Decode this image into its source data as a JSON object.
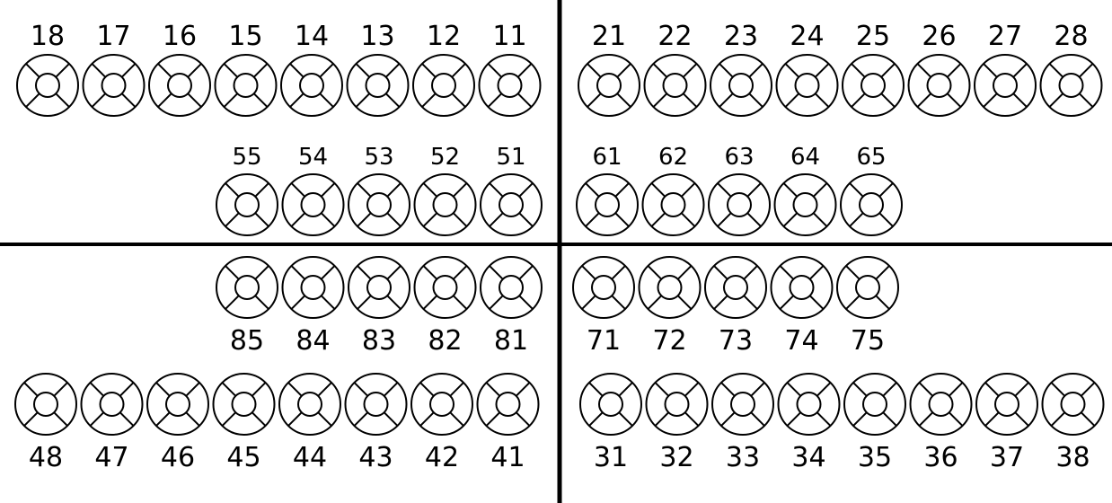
{
  "colors": {
    "ink": "#000000",
    "background": "#ffffff"
  },
  "chart": {
    "rows": [
      {
        "name": "upper-permanent",
        "left": {
          "quadrant": "1",
          "teeth": [
            "18",
            "17",
            "16",
            "15",
            "14",
            "13",
            "12",
            "11"
          ]
        },
        "right": {
          "quadrant": "2",
          "teeth": [
            "21",
            "22",
            "23",
            "24",
            "25",
            "26",
            "27",
            "28"
          ]
        }
      },
      {
        "name": "upper-primary",
        "left": {
          "quadrant": "5",
          "teeth": [
            "55",
            "54",
            "53",
            "52",
            "51"
          ]
        },
        "right": {
          "quadrant": "6",
          "teeth": [
            "61",
            "62",
            "63",
            "64",
            "65"
          ]
        }
      },
      {
        "name": "lower-primary",
        "left": {
          "quadrant": "8",
          "teeth": [
            "85",
            "84",
            "83",
            "82",
            "81"
          ]
        },
        "right": {
          "quadrant": "7",
          "teeth": [
            "71",
            "72",
            "73",
            "74",
            "75"
          ]
        }
      },
      {
        "name": "lower-permanent",
        "left": {
          "quadrant": "4",
          "teeth": [
            "48",
            "47",
            "46",
            "45",
            "44",
            "43",
            "42",
            "41"
          ]
        },
        "right": {
          "quadrant": "3",
          "teeth": [
            "31",
            "32",
            "33",
            "34",
            "35",
            "36",
            "37",
            "38"
          ]
        }
      }
    ]
  }
}
